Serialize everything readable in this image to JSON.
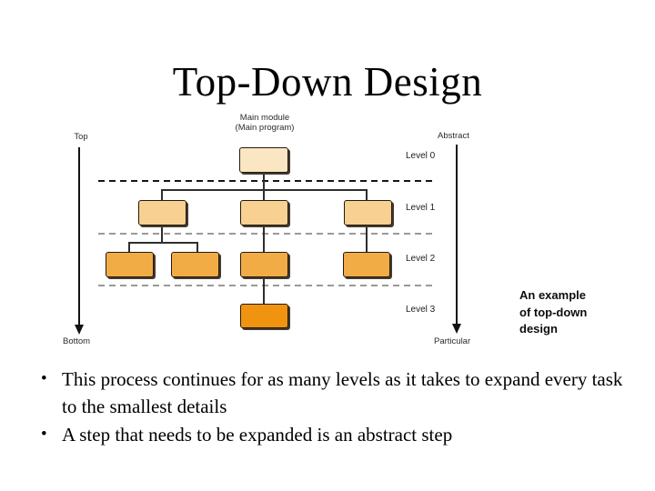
{
  "slide": {
    "title": "Top-Down Design",
    "bullet_icon": "•",
    "bullets": [
      "This process continues for as many levels as it takes to expand every task to the smallest details",
      "A step that needs to be expanded is an abstract step"
    ]
  },
  "diagram": {
    "node_label": {
      "line1": "Main module",
      "line2": "(Main program)"
    },
    "axis_left": {
      "top": "Top",
      "bottom": "Bottom"
    },
    "axis_right": {
      "top": "Abstract",
      "bottom": "Particular"
    },
    "level_labels": [
      "Level 0",
      "Level 1",
      "Level 2",
      "Level 3"
    ],
    "structure": {
      "boxes_per_level": [
        1,
        3,
        4,
        1
      ]
    },
    "caption": {
      "lines": [
        "An example",
        "of top-down",
        "design"
      ]
    },
    "colors": {
      "level0_fill": "#FAE6C3",
      "level1_fill": "#F7D092",
      "level2_fill": "#F2AC45",
      "level3_fill": "#F0930F",
      "box_border": "#241A10",
      "box_shadow": "#46688A00",
      "box_shadow_real": "#433A2E",
      "dashed_black": "#161616",
      "dashed_gray": "#9A9A9A",
      "connector": "#2E2E2E"
    }
  }
}
